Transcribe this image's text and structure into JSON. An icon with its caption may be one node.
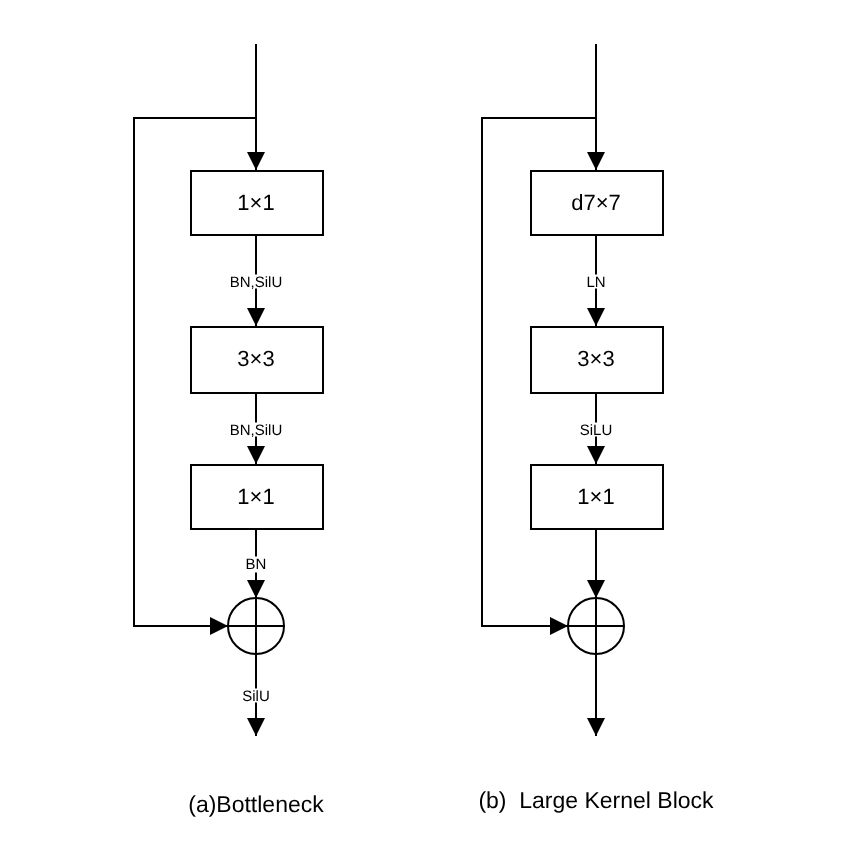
{
  "diagram": {
    "nodes": [
      {
        "text": [
          "1×1"
        ]
      },
      {
        "text": [
          "3×3"
        ]
      },
      {
        "text": [
          "1×1"
        ]
      },
      {
        "text": [],
        "shape": "circle"
      },
      {
        "text": [
          "d7×7"
        ]
      },
      {
        "text": [
          "3×3"
        ]
      },
      {
        "text": [
          "1×1"
        ]
      },
      {
        "text": [],
        "shape": "circle"
      }
    ],
    "edges": [
      {
        "from": null,
        "to": 0,
        "arrow": "to"
      },
      {
        "from": 0,
        "to": 1,
        "arrow": "to",
        "label": "BN,SilU"
      },
      {
        "from": 1,
        "to": 2,
        "arrow": "to",
        "label": "BN,SilU"
      },
      {
        "from": 2,
        "to": 3,
        "arrow": "to",
        "label": "BN"
      },
      {
        "from": null,
        "to": 3,
        "arrow": "to"
      },
      {
        "from": 3,
        "to": null,
        "arrow": "to",
        "label": "SilU"
      },
      {
        "from": null,
        "to": 4,
        "arrow": "to"
      },
      {
        "from": 4,
        "to": 5,
        "arrow": "to",
        "label": "LN"
      },
      {
        "from": 5,
        "to": 6,
        "arrow": "to",
        "label": "SiLU"
      },
      {
        "from": 6,
        "to": 7,
        "arrow": "to"
      },
      {
        "from": null,
        "to": 7,
        "arrow": "to"
      },
      {
        "from": 7,
        "to": null,
        "arrow": "to"
      }
    ],
    "labels": [
      "(a)Bottleneck",
      "(b)  Large Kernel Block"
    ]
  }
}
